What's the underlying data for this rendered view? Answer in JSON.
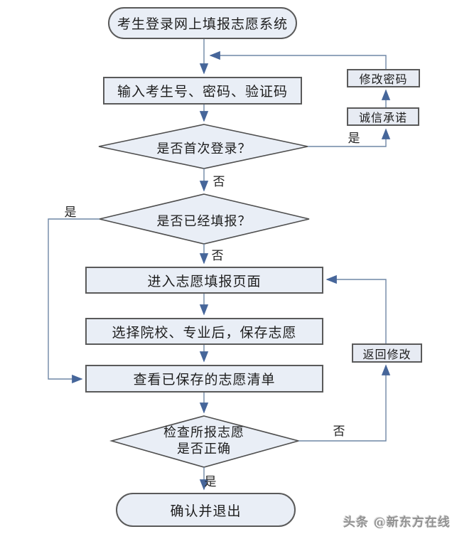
{
  "diagram": {
    "nodes": {
      "login": "考生登录网上填报志愿系统",
      "input_credentials": "输入考生号、密码、验证码",
      "change_password": "修改密码",
      "integrity_pledge": "诚信承诺",
      "decision_first_login": "是否首次登录？",
      "decision_already_filled": "是否已经填报？",
      "enter_filling_page": "进入志愿填报页面",
      "select_and_save": "选择院校、专业后，保存志愿",
      "view_saved_list": "查看已保存的志愿清单",
      "decision_check_line1": "检查所报志愿",
      "decision_check_line2": "是否正确",
      "return_modify": "返回修改",
      "confirm_exit": "确认并退出"
    },
    "edge_labels": {
      "first_login_yes": "是",
      "first_login_no": "否",
      "already_filled_yes": "是",
      "already_filled_no": "否",
      "check_no": "否",
      "check_yes": "是"
    },
    "colors": {
      "node_fill": "#e9eef6",
      "node_border": "#5a5a5a",
      "connector": "#6f87a5",
      "arrowhead": "#46669a"
    }
  },
  "watermark": "头条 @新东方在线"
}
